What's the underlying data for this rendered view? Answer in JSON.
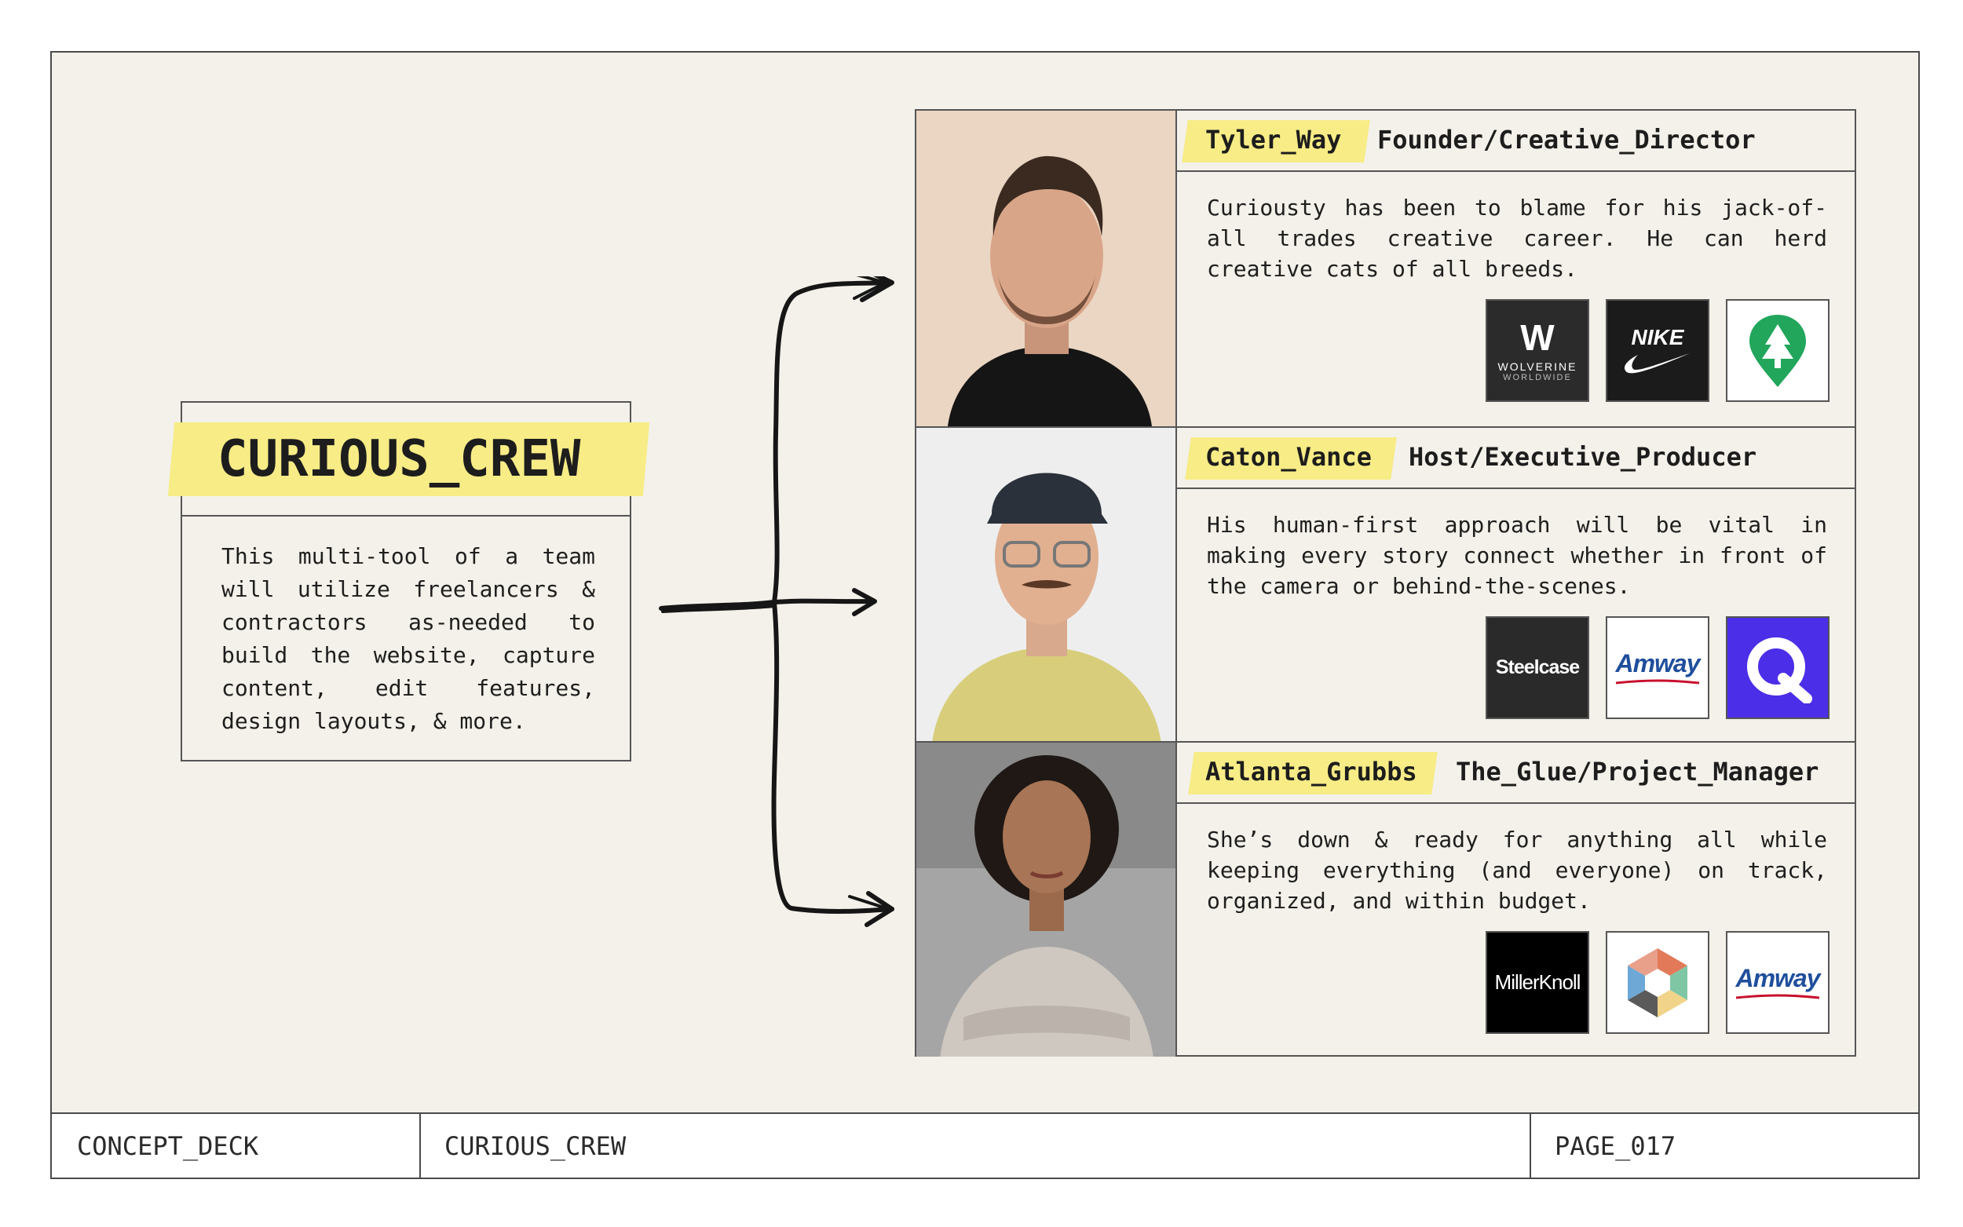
{
  "crew": {
    "title": "CURIOUS_CREW",
    "description": "This multi-tool of a team will utilize freelancers & contractors as-needed to build the website, capture content, edit features, design layouts, & more."
  },
  "members": [
    {
      "name": "Tyler_Way",
      "role": "Founder/Creative_Director",
      "bio": "Curiousty has been to blame for his jack-of-all trades creative career. He can herd creative cats of all breeds.",
      "logos": [
        {
          "label": "WOLVERINE",
          "sublabel": "WORLDWIDE",
          "mark": "W"
        },
        {
          "label": "NIKE"
        },
        {
          "label": "",
          "icon": "pine-tree-pin-icon"
        }
      ]
    },
    {
      "name": "Caton_Vance",
      "role": "Host/Executive_Producer",
      "bio": "His human-first approach will be vital in making every story connect whether in front of the camera or behind-the-scenes.",
      "logos": [
        {
          "label": "Steelcase"
        },
        {
          "label": "Amway"
        },
        {
          "label": "",
          "icon": "q-icon"
        }
      ]
    },
    {
      "name": "Atlanta_Grubbs",
      "role": "The_Glue/Project_Manager",
      "bio": "She’s down & ready for anything all while keeping everything (and everyone) on track, organized, and within budget.",
      "logos": [
        {
          "label": "MillerKnoll"
        },
        {
          "label": "",
          "icon": "hexagon-mark-icon"
        },
        {
          "label": "Amway"
        }
      ]
    }
  ],
  "footer": {
    "left": "CONCEPT_DECK",
    "center": "CURIOUS_CREW",
    "right": "PAGE_017"
  }
}
